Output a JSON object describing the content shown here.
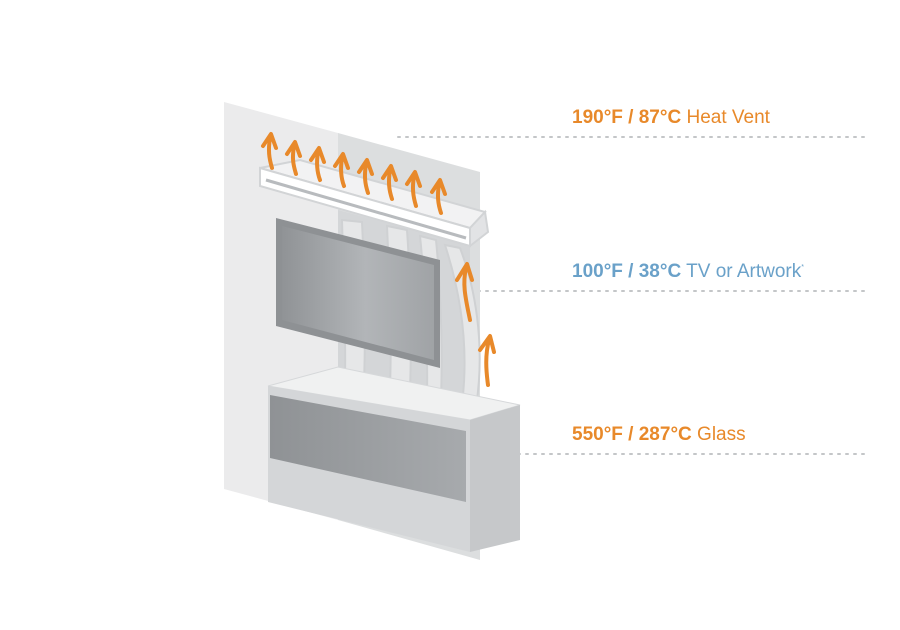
{
  "colors": {
    "heat_orange": "#e8892a",
    "tv_blue": "#6aa1c9",
    "wall_light": "#ebebec",
    "wall_mid": "#dcdedf",
    "panel_side": "#c6c8ca",
    "glass_gray": "#9b9ea1",
    "tv_frame": "#8e9194",
    "tv_screen": "#a7aaad",
    "dotted_line": "#c4c6c8"
  },
  "labels": {
    "vent": {
      "temp": "190°F / 87°C",
      "desc": "Heat Vent"
    },
    "tv": {
      "temp": "100°F / 38°C",
      "desc": "TV or Artwork",
      "mark": "*"
    },
    "glass": {
      "temp": "550°F / 287°C",
      "desc": "Glass"
    }
  }
}
